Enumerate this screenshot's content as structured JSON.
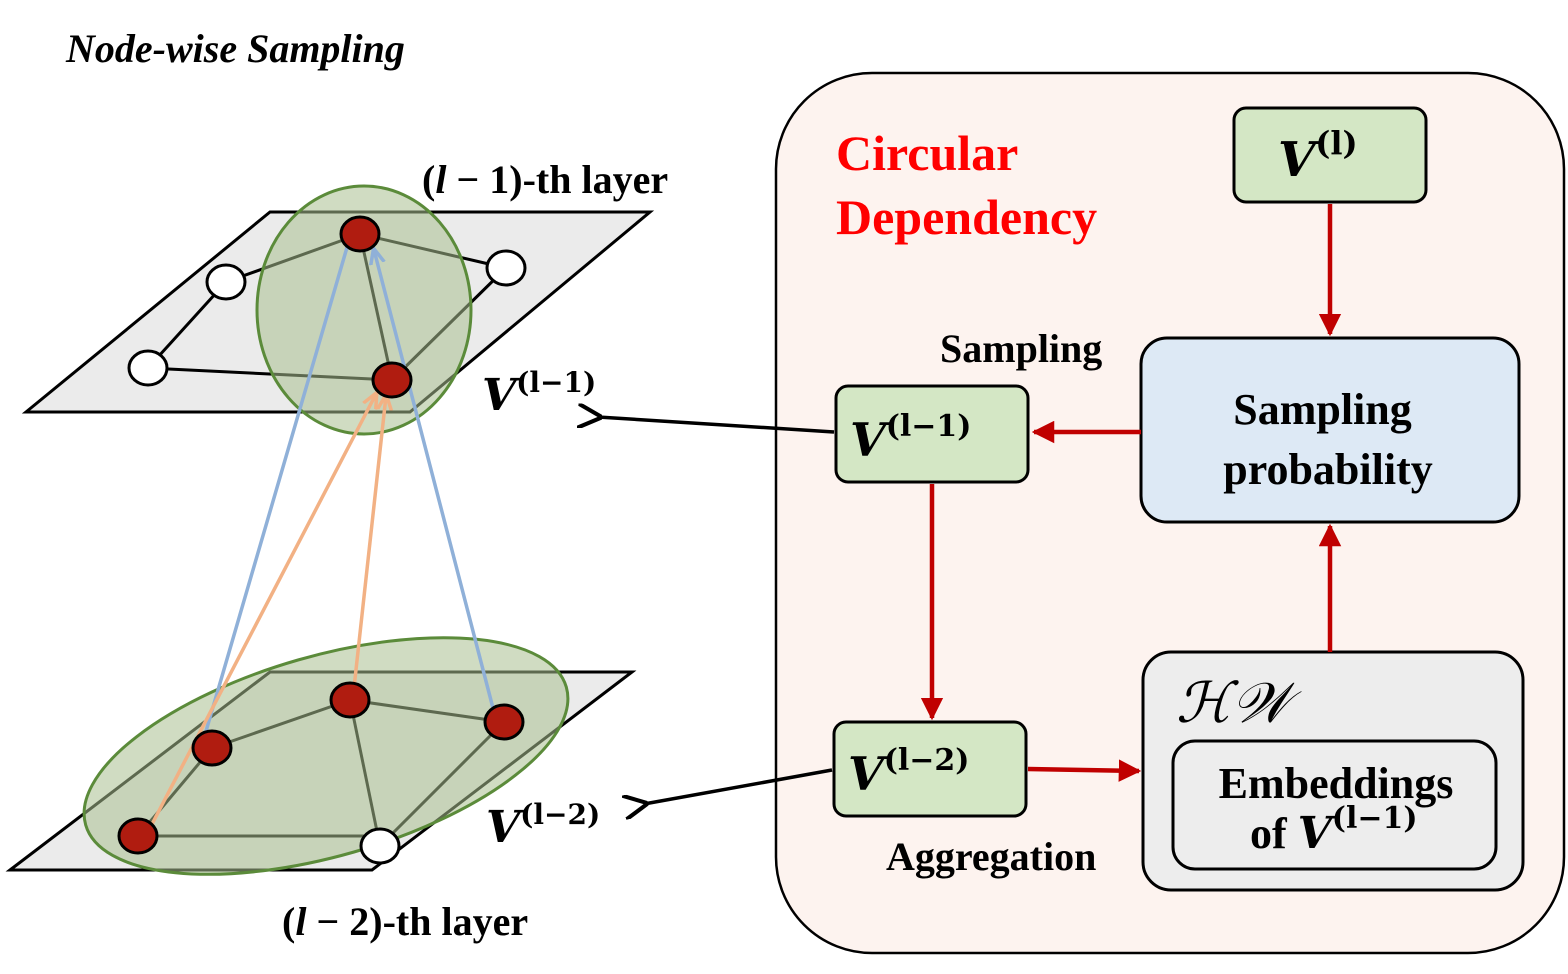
{
  "title": "Node-wise Sampling",
  "left": {
    "upper_layer_label": {
      "open": "(",
      "var": "l",
      "rest": " − 1)-th layer"
    },
    "lower_layer_label": {
      "open": "(",
      "var": "l",
      "rest": " − 2)-th layer"
    },
    "upper_set": {
      "base": "V",
      "sup": "(l−1)"
    },
    "lower_set": {
      "base": "V",
      "sup": "(l−2)"
    }
  },
  "panel": {
    "heading_line1": "Circular",
    "heading_line2": "Dependency",
    "top_box": {
      "base": "V",
      "sup": "(l)"
    },
    "sampling_label": "Sampling",
    "aggregation_label": "Aggregation",
    "mid_box": {
      "base": "V",
      "sup": "(l−1)"
    },
    "low_box": {
      "base": "V",
      "sup": "(l−2)"
    },
    "prob_box_line1": "Sampling",
    "prob_box_line2": "probability",
    "hw_label": "ℋ𝒲",
    "embed_line1": "Embeddings",
    "embed_line2_prefix": "of ",
    "embed_set": {
      "base": "V",
      "sup": "(l−1)"
    }
  },
  "colors": {
    "red_arrow": "#c00000",
    "heading_red": "#ff0000",
    "panel_fill": "#fdf3ef",
    "green_box": "#d4e7c5",
    "blue_box": "#dde9f5",
    "grey_box": "#ededed",
    "plane": "#ebebeb",
    "ellipse_fill": "#a9c08f",
    "ellipse_stroke": "#5b8b3a",
    "node_red": "#b01c10",
    "edge_blue": "#8fb0d8",
    "edge_orange": "#f2b184"
  }
}
